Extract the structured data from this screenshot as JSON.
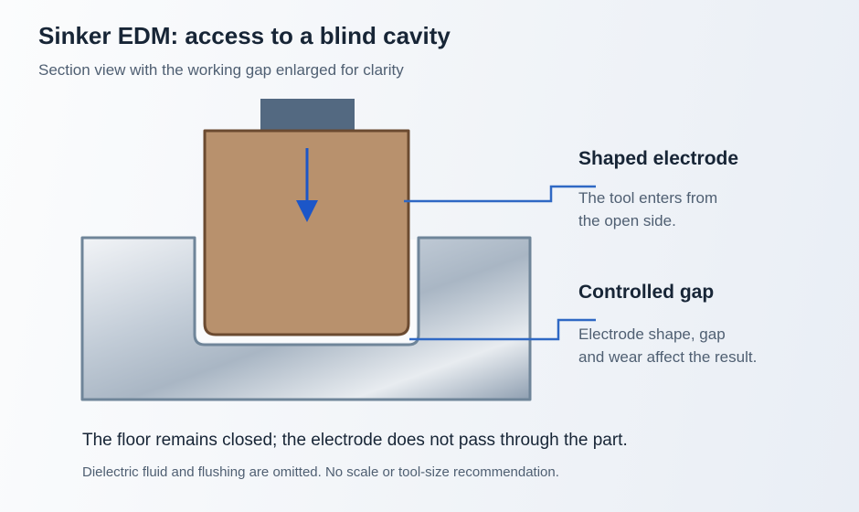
{
  "header": {
    "title": "Sinker EDM: access to a blind cavity",
    "subtitle": "Section view with the working gap enlarged for clarity"
  },
  "callouts": [
    {
      "title": "Shaped electrode",
      "lines": [
        "The tool enters from",
        "the open side."
      ]
    },
    {
      "title": "Controlled gap",
      "lines": [
        "Electrode shape, gap",
        "and wear affect the result."
      ]
    }
  ],
  "footer": {
    "main": "The floor remains closed; the electrode does not pass through the part.",
    "note": "Dielectric fluid and flushing are omitted. No scale or tool-size recommendation."
  },
  "colors": {
    "electrode": "#b8916d",
    "electrode_outline": "#6b4a30",
    "holder": "#536981",
    "workpiece_outline": "#6f8599",
    "arrow": "#1c56c8",
    "leader": "#2f68c4"
  }
}
